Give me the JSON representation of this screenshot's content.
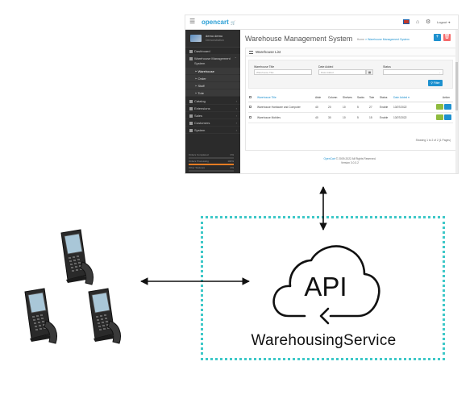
{
  "admin": {
    "brand": "opencart",
    "profile": {
      "name": "demo demo",
      "role": "Demonstration"
    },
    "logout_label": "Logout",
    "nav": [
      {
        "label": "Dashboard",
        "icon": "dashboard-icon"
      },
      {
        "label": "Warehouse Management System",
        "icon": "folder-icon",
        "open": true
      },
      {
        "label": "Warehouse",
        "sub": true,
        "active": true
      },
      {
        "label": "Order",
        "sub": true
      },
      {
        "label": "Staff",
        "sub": true
      },
      {
        "label": "Tote",
        "sub": true
      },
      {
        "label": "Catalog",
        "icon": "tag-icon"
      },
      {
        "label": "Extensions",
        "icon": "puzzle-icon"
      },
      {
        "label": "Sales",
        "icon": "cart-icon"
      },
      {
        "label": "Customers",
        "icon": "user-icon"
      },
      {
        "label": "System",
        "icon": "gear-icon"
      }
    ],
    "stats": [
      {
        "label": "Orders Completed",
        "percent": 0
      },
      {
        "label": "Orders Processing",
        "percent": 100
      },
      {
        "label": "Other Statuses",
        "percent": 0
      }
    ],
    "page_title": "Warehouse Management System",
    "breadcrumb": [
      "Home",
      "Warehouse Management System"
    ],
    "panel_title": "Warehouse List",
    "filter": {
      "title_label": "Warehouse Title",
      "title_placeholder": "Warehouse Title",
      "date_label": "Date Added",
      "date_placeholder": "Date Added",
      "status_label": "Status",
      "button": "Filter"
    },
    "table": {
      "headers": [
        "Warehouse Title",
        "Aisle",
        "Column",
        "Shelves",
        "Sacks",
        "Tote",
        "Status",
        "Date Added",
        "Action"
      ],
      "rows": [
        [
          "Warehouse Hardware and Computer",
          "40",
          "20",
          "10",
          "5",
          "27",
          "Enable",
          "13/07/2022"
        ],
        [
          "Warehouse Mobiles",
          "40",
          "30",
          "10",
          "5",
          "15",
          "Enable",
          "13/07/2022"
        ]
      ]
    },
    "pagination": "Showing 1 to 2 of 2 (1 Pages)",
    "footer": {
      "link": "OpenCart",
      "text": "© 2009-2022 All Rights Reserved.",
      "version": "Version 3.0.3.2"
    }
  },
  "diagram": {
    "cloud_text": "API",
    "service_label": "WarehousingService",
    "colors": {
      "box_border": "#3ec8c8",
      "arrow": "#111111",
      "scanner_body": "#2a2a2a",
      "scanner_screen": "#a9c7d8"
    }
  }
}
